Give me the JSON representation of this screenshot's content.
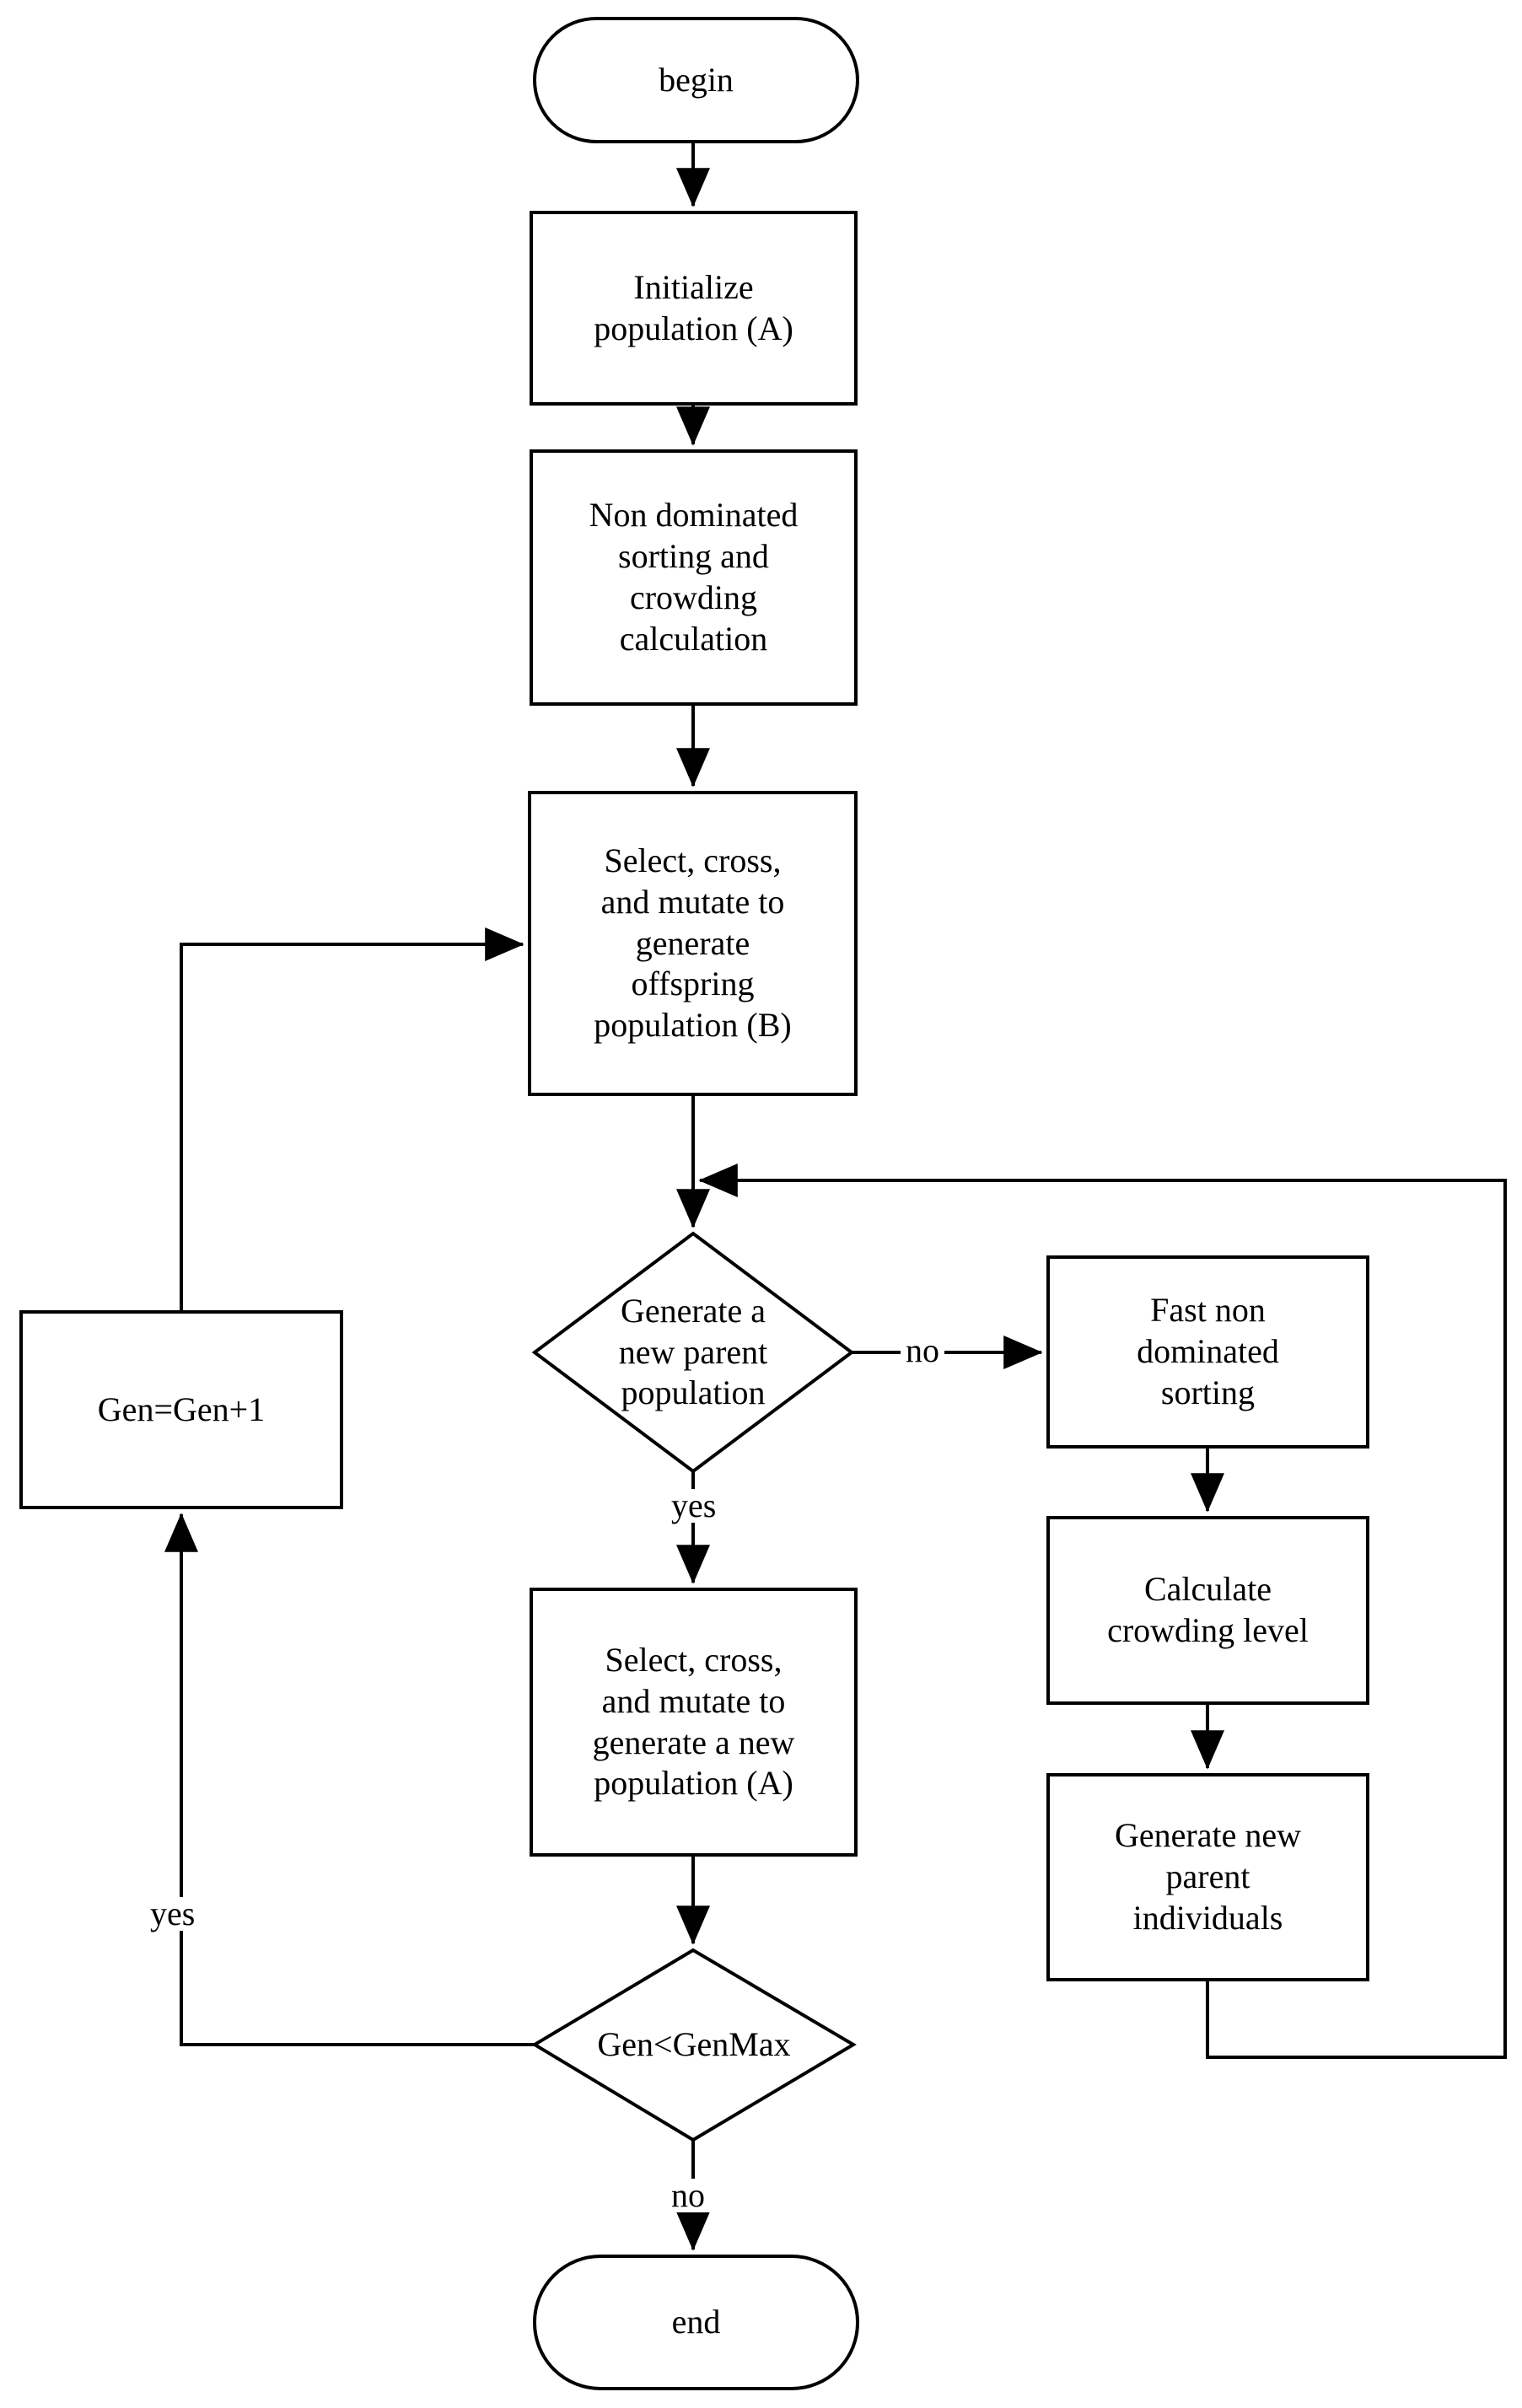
{
  "diagram": {
    "title": "NSGA-II genetic algorithm flowchart",
    "stroke_color": "#000000",
    "fill_color": "#ffffff",
    "nodes": [
      {
        "id": "begin",
        "shape": "terminator",
        "label": "begin"
      },
      {
        "id": "init",
        "shape": "process",
        "label": "Initialize\npopulation (A)"
      },
      {
        "id": "nds",
        "shape": "process",
        "label": "Non dominated\nsorting and\ncrowding\ncalculation"
      },
      {
        "id": "offspring",
        "shape": "process",
        "label": "Select, cross,\nand mutate to\ngenerate\noffspring\npopulation (B)"
      },
      {
        "id": "gen_parent",
        "shape": "decision",
        "label": "Generate a\nnew parent\npopulation"
      },
      {
        "id": "fast_nds",
        "shape": "process",
        "label": "Fast non\ndominated\nsorting"
      },
      {
        "id": "crowding",
        "shape": "process",
        "label": "Calculate\ncrowding level"
      },
      {
        "id": "new_parents",
        "shape": "process",
        "label": "Generate new\nparent\nindividuals"
      },
      {
        "id": "new_population",
        "shape": "process",
        "label": "Select, cross,\nand mutate to\ngenerate a new\npopulation (A)"
      },
      {
        "id": "gen_increment",
        "shape": "process",
        "label": "Gen=Gen+1"
      },
      {
        "id": "gen_check",
        "shape": "decision",
        "label": "Gen<GenMax"
      },
      {
        "id": "end",
        "shape": "terminator",
        "label": "end"
      }
    ],
    "edge_labels": [
      {
        "id": "no_branch_parent",
        "label": "no"
      },
      {
        "id": "yes_branch_parent",
        "label": "yes"
      },
      {
        "id": "yes_branch_gen",
        "label": "yes"
      },
      {
        "id": "no_branch_gen",
        "label": "no"
      }
    ]
  }
}
